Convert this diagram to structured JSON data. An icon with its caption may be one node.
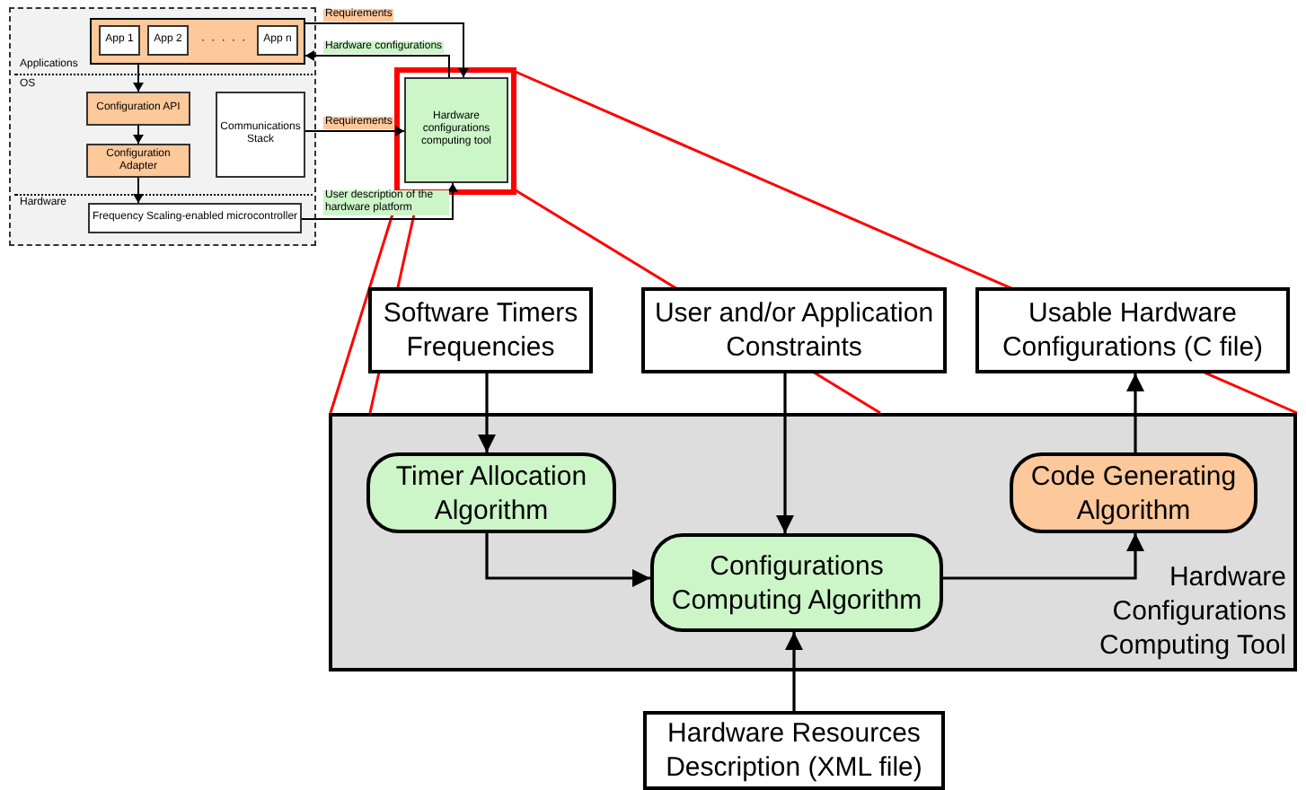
{
  "diagram": {
    "nodes": [
      {
        "text": [],
        "shape": "box"
      },
      {
        "text": [
          "App 1"
        ],
        "in": 0
      },
      {
        "text": [
          "App 2"
        ],
        "in": 0
      },
      {
        "text": [
          "App n"
        ],
        "in": 0
      },
      {
        "text": [
          "Configuration API"
        ]
      },
      {
        "text": [
          "Configuration Adapter"
        ]
      },
      {
        "text": [
          "Communications Stack"
        ]
      },
      {
        "text": [
          "Frequency Scaling-enabled microcontroller"
        ]
      },
      {
        "text": [
          "Hardware configurations computing tool"
        ]
      },
      {
        "text": [
          "Software Timers Frequencies"
        ]
      },
      {
        "text": [
          "User and/or Application Constraints"
        ]
      },
      {
        "text": [
          "Usable Hardware Configurations (C file)"
        ]
      },
      {
        "text": [
          "Hardware Configurations Computing Tool"
        ]
      },
      {
        "text": [
          "Timer Allocation Algorithm"
        ],
        "in": 12
      },
      {
        "text": [
          "Configurations Computing Algorithm"
        ],
        "in": 12
      },
      {
        "text": [
          "Code Generating Algorithm"
        ],
        "in": 12
      },
      {
        "text": [
          "Hardware Resources Description (XML file)"
        ]
      }
    ],
    "edges": [
      {
        "from": 0,
        "to": 4,
        "arrow": "to"
      },
      {
        "from": 4,
        "to": 5,
        "arrow": "to"
      },
      {
        "from": 5,
        "to": 7,
        "arrow": "to"
      },
      {
        "from": 0,
        "to": 8,
        "arrow": "to",
        "label": "Requirements"
      },
      {
        "from": 8,
        "to": 0,
        "arrow": "to",
        "label": "Hardware configurations"
      },
      {
        "from": 6,
        "to": 8,
        "arrow": "to",
        "label": "Requirements"
      },
      {
        "from": 7,
        "to": 8,
        "arrow": "to",
        "label": "User description of the hardware platform"
      },
      {
        "from": 9,
        "to": 13,
        "arrow": "to"
      },
      {
        "from": 10,
        "to": 14,
        "arrow": "to"
      },
      {
        "from": 13,
        "to": 14,
        "arrow": "to"
      },
      {
        "from": 14,
        "to": 15,
        "arrow": "to"
      },
      {
        "from": 15,
        "to": 11,
        "arrow": "to"
      },
      {
        "from": 16,
        "to": 14,
        "arrow": "to"
      }
    ],
    "labels": [
      "· · · · ·",
      "Applications",
      "OS",
      "Hardware"
    ]
  }
}
